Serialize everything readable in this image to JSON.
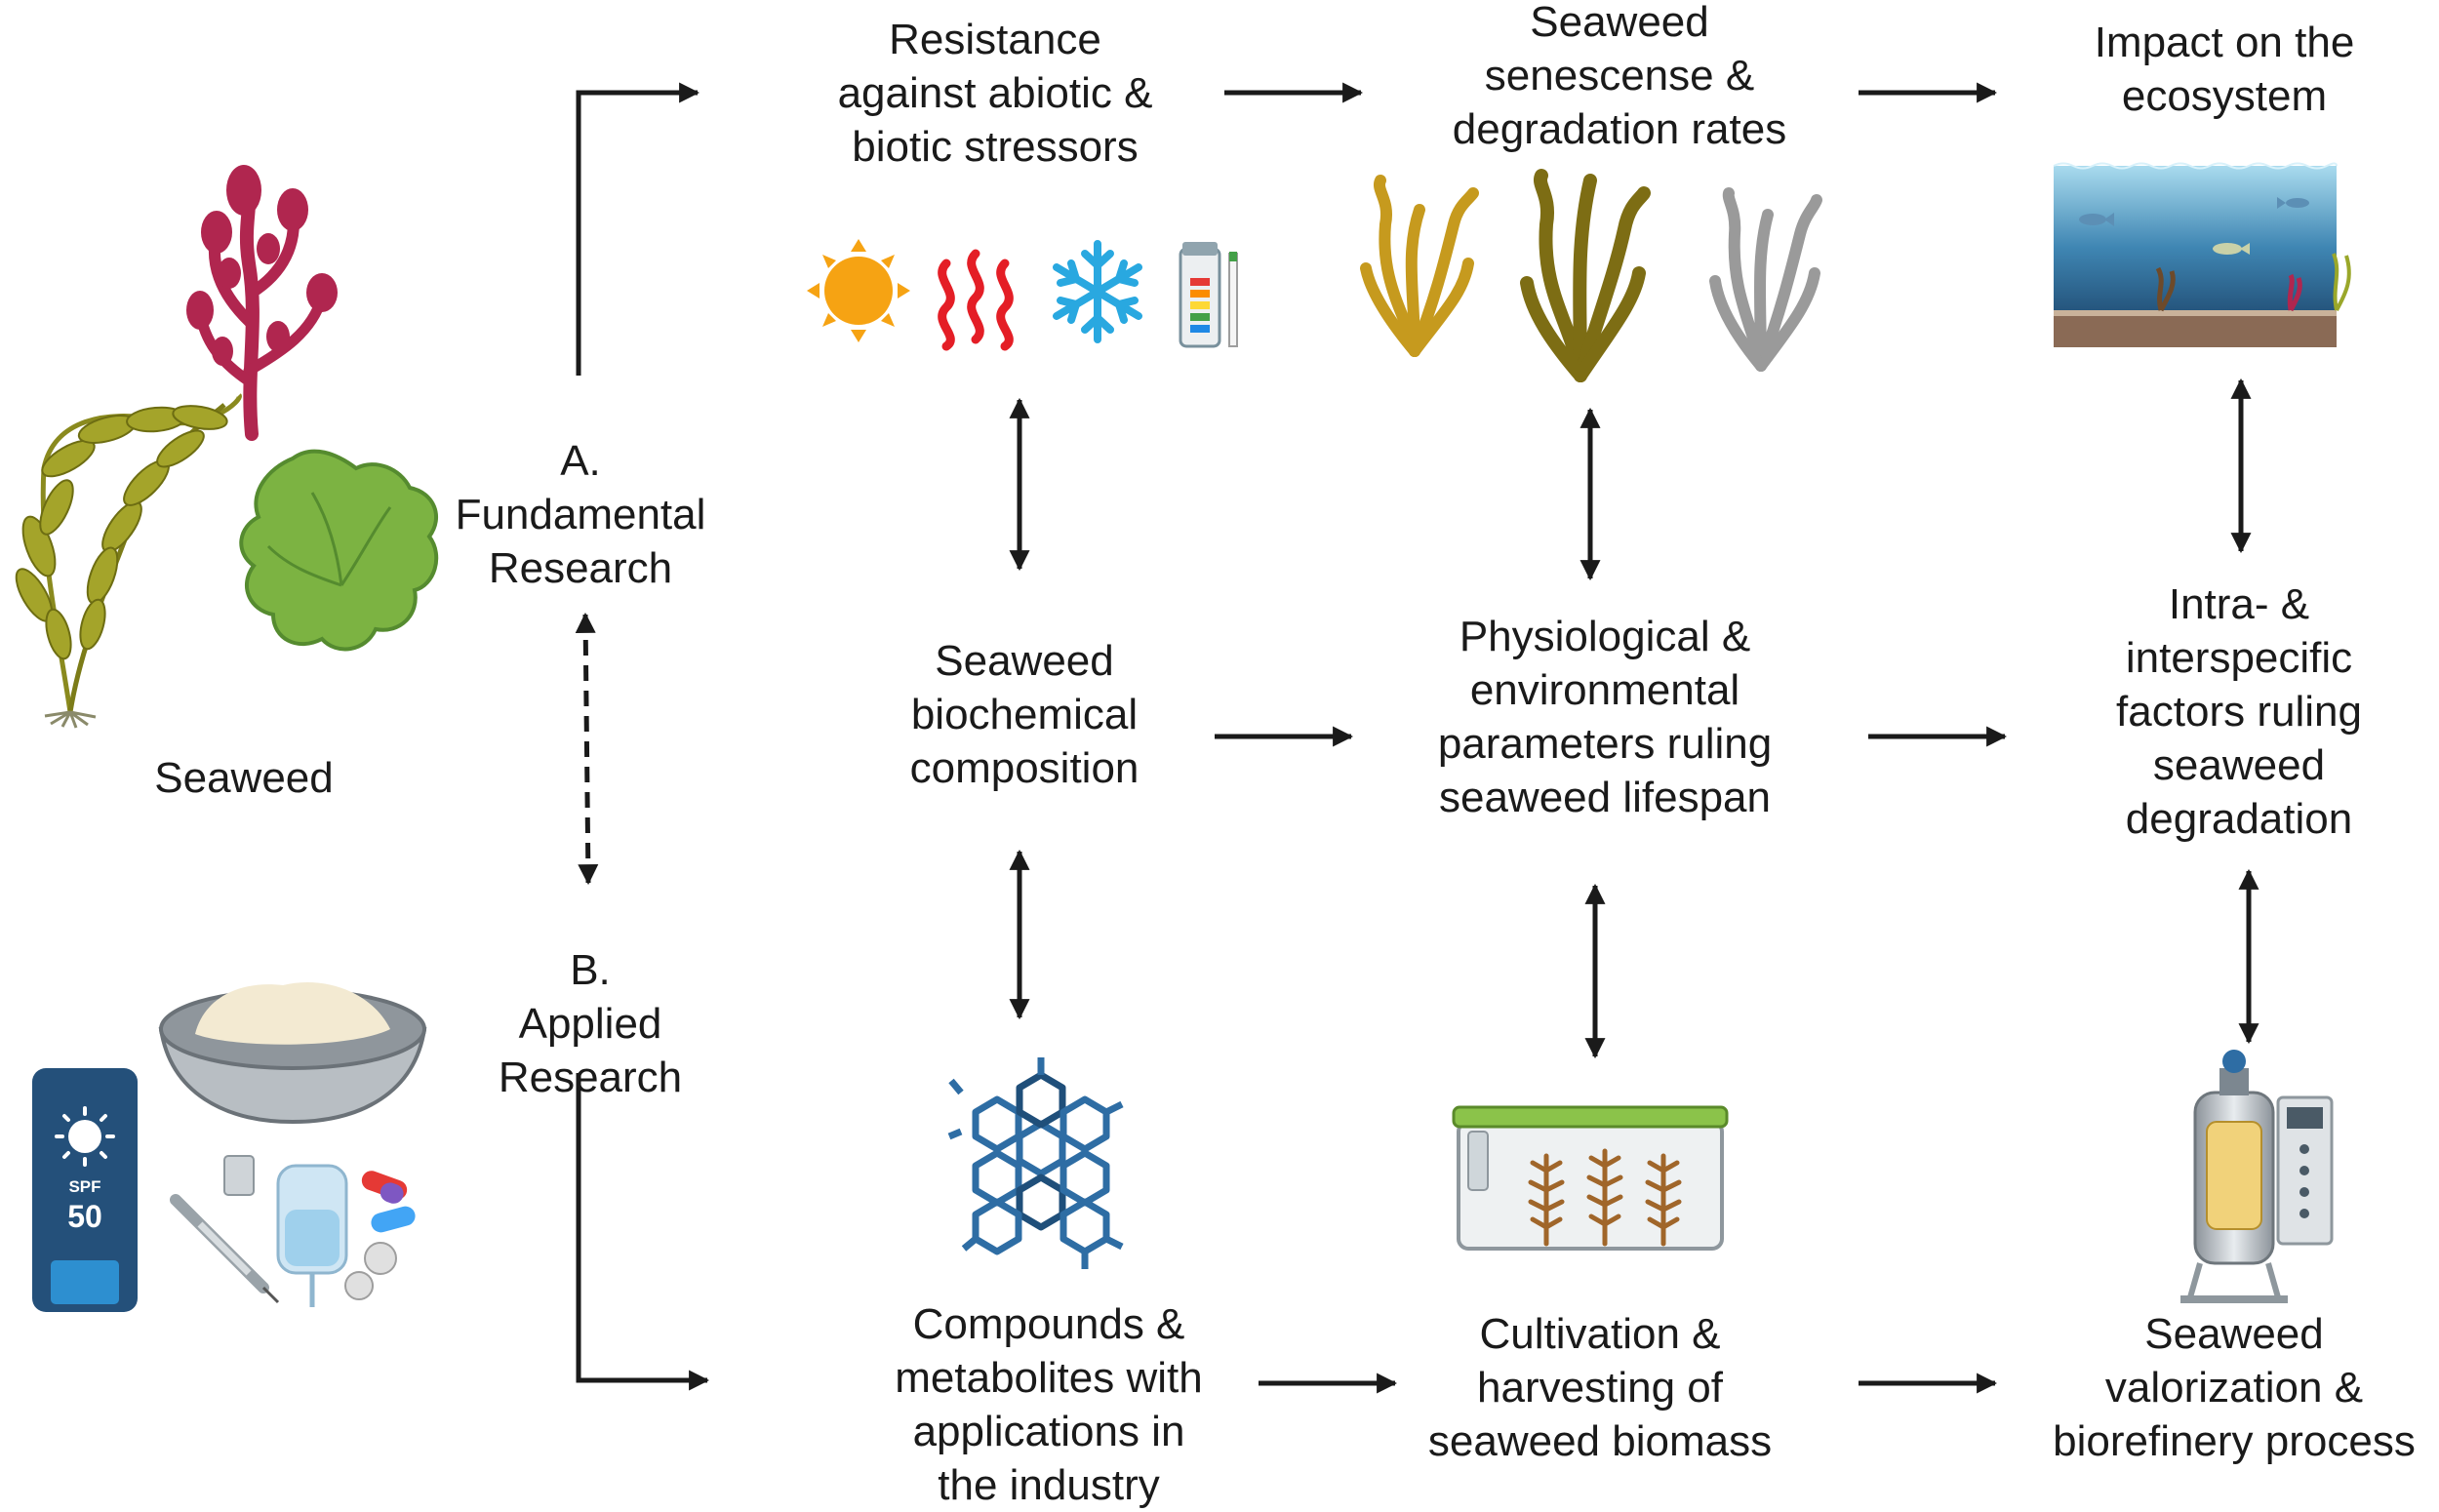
{
  "labels": {
    "seaweed": "Seaweed",
    "fundamental": "A.\nFundamental\nResearch",
    "applied": "B.\nApplied\nResearch",
    "resistance": "Resistance\nagainst abiotic &\nbiotic stressors",
    "senescence": "Seaweed\nsenescense &\ndegradation rates",
    "impact": "Impact on the\necosystem",
    "biochemical": "Seaweed\nbiochemical\ncomposition",
    "physiological": "Physiological &\nenvironmental\nparameters ruling\nseaweed lifespan",
    "factors": "Intra- &\ninterspecific\nfactors ruling\nseaweed\ndegradation",
    "compounds": "Compounds &\nmetabolites with\napplications in\nthe industry",
    "cultivation": "Cultivation &\nharvesting of\nseaweed biomass",
    "valorization": "Seaweed\nvalorization &\nbiorefinery process"
  },
  "sunscreen": {
    "spf_label": "SPF",
    "spf_value": "50"
  },
  "icons": [
    "red-seaweed-icon",
    "kelp-seaweed-icon",
    "green-seaweed-icon",
    "sun-icon",
    "heat-waves-icon",
    "snowflake-icon",
    "ph-test-strip-icon",
    "ecosystem-scene-icon",
    "bowl-icon",
    "sunscreen-icon",
    "syringe-icon",
    "iv-bag-icon",
    "pills-icon",
    "molecule-icon",
    "cultivation-tank-icon",
    "bioreactor-icon"
  ],
  "colors": {
    "arrow": "#1a1a1a",
    "red_seaweed": "#b0264f",
    "kelp": "#8a8a1e",
    "green_seaweed": "#7cb342",
    "sun": "#f6a313",
    "heat": "#e41e26",
    "snow": "#29a8e0",
    "molecule": "#2e6da4",
    "sunscreen": "#24507a"
  }
}
